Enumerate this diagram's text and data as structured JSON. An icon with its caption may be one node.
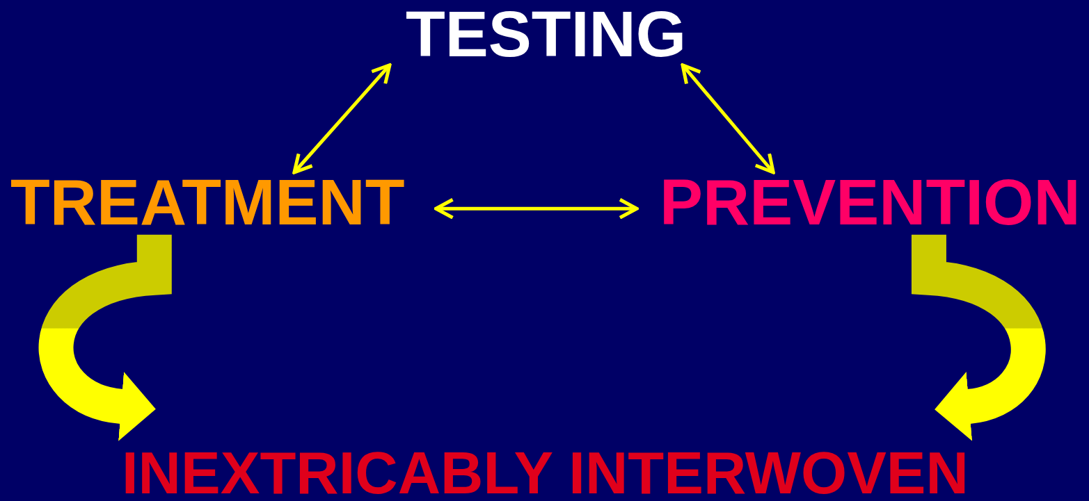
{
  "diagram": {
    "nodes": [
      {
        "text": [
          "TESTING"
        ]
      },
      {
        "text": [
          "TREATMENT"
        ]
      },
      {
        "text": [
          "PREVENTION"
        ]
      },
      {
        "text": [
          "INEXTRICABLY INTERWOVEN"
        ]
      }
    ],
    "edges": [
      {
        "from": 1,
        "to": 0,
        "arrow": "both"
      },
      {
        "from": 0,
        "to": 2,
        "arrow": "both"
      },
      {
        "from": 1,
        "to": 2,
        "arrow": "both"
      },
      {
        "from": 1,
        "to": 3,
        "arrow": "to",
        "style": "thick"
      },
      {
        "from": 2,
        "to": 3,
        "arrow": "to",
        "style": "thick"
      }
    ]
  }
}
